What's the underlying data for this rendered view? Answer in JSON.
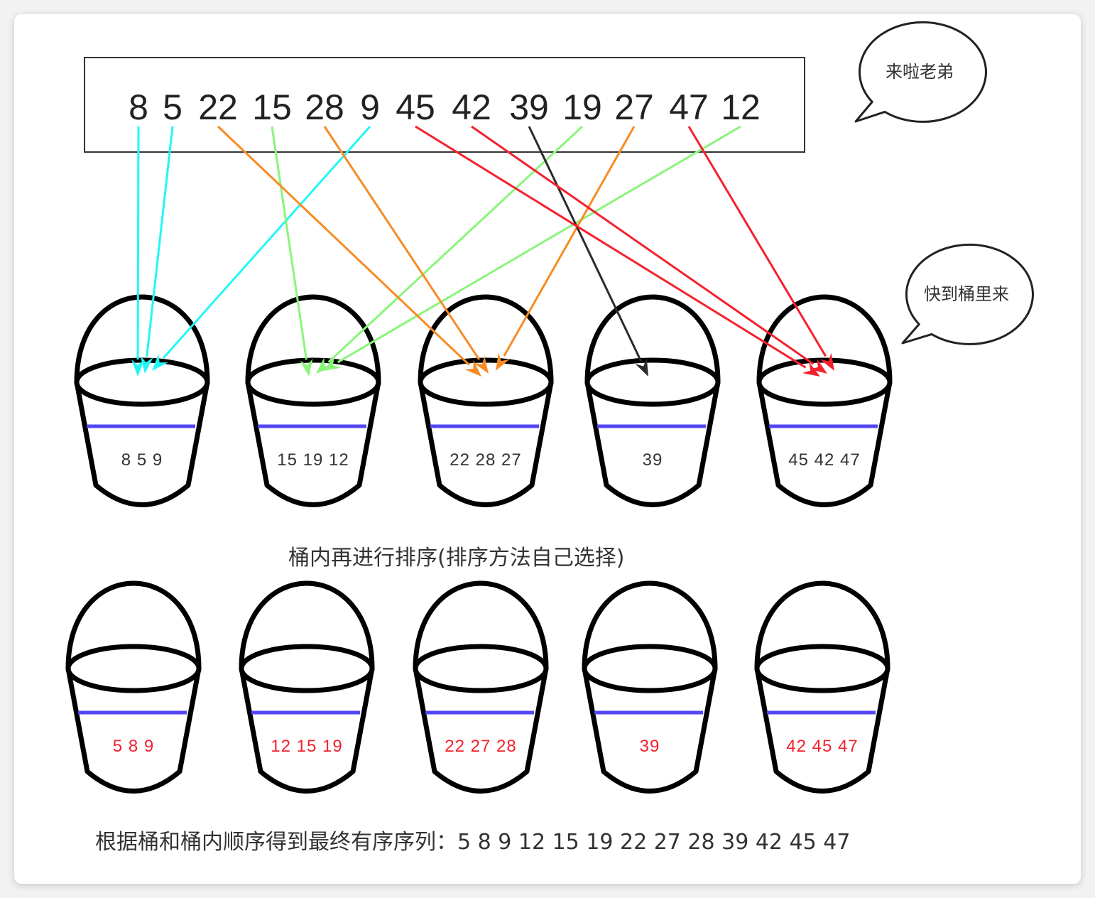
{
  "input_sequence": [
    8,
    5,
    22,
    15,
    28,
    9,
    45,
    42,
    39,
    19,
    27,
    47,
    12
  ],
  "bubbles": [
    "来啦老弟",
    "快到桶里来"
  ],
  "bucket_colors": [
    "#22f7f7",
    "#8af57a",
    "#f88b24",
    "#2b2b2b",
    "#f5202d"
  ],
  "buckets_unsorted": [
    {
      "label": "8 5 9",
      "values": [
        8,
        5,
        9
      ]
    },
    {
      "label": "15 19 12",
      "values": [
        15,
        19,
        12
      ]
    },
    {
      "label": "22 28 27",
      "values": [
        22,
        28,
        27
      ]
    },
    {
      "label": "39",
      "values": [
        39
      ]
    },
    {
      "label": "45 42 47",
      "values": [
        45,
        42,
        47
      ]
    }
  ],
  "sort_caption": "桶内再进行排序(排序方法自己选择)",
  "buckets_sorted": [
    {
      "label": "5 8 9"
    },
    {
      "label": "12 15 19"
    },
    {
      "label": "22 27 28"
    },
    {
      "label": "39"
    },
    {
      "label": "42 45 47"
    }
  ],
  "sorted_text_color": "#f5202d",
  "final_caption": "根据桶和桶内顺序得到最终有序序列：5 8 9 12 15 19 22 27 28 39 42 45 47"
}
